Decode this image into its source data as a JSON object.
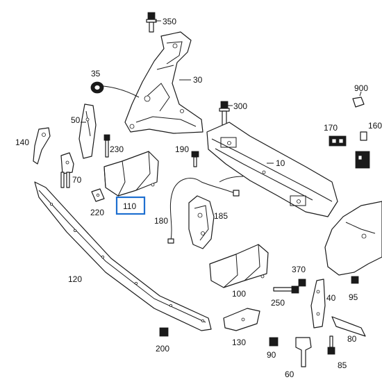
{
  "callouts": {
    "c350": "350",
    "c30": "30",
    "c35": "35",
    "c900": "900",
    "c300": "300",
    "c50": "50",
    "c140": "140",
    "c170": "170",
    "c160": "160",
    "c230": "230",
    "c190": "190",
    "c10": "10",
    "c70": "70",
    "c220": "220",
    "c110": "110",
    "c185": "185",
    "c180": "180",
    "c120": "120",
    "c370": "370",
    "c100": "100",
    "c250": "250",
    "c40": "40",
    "c95": "95",
    "c80": "80",
    "c130": "130",
    "c200": "200",
    "c90": "90",
    "c60": "60",
    "c85": "85"
  },
  "highlight": {
    "part": "110",
    "color": "#1e6fd0"
  }
}
